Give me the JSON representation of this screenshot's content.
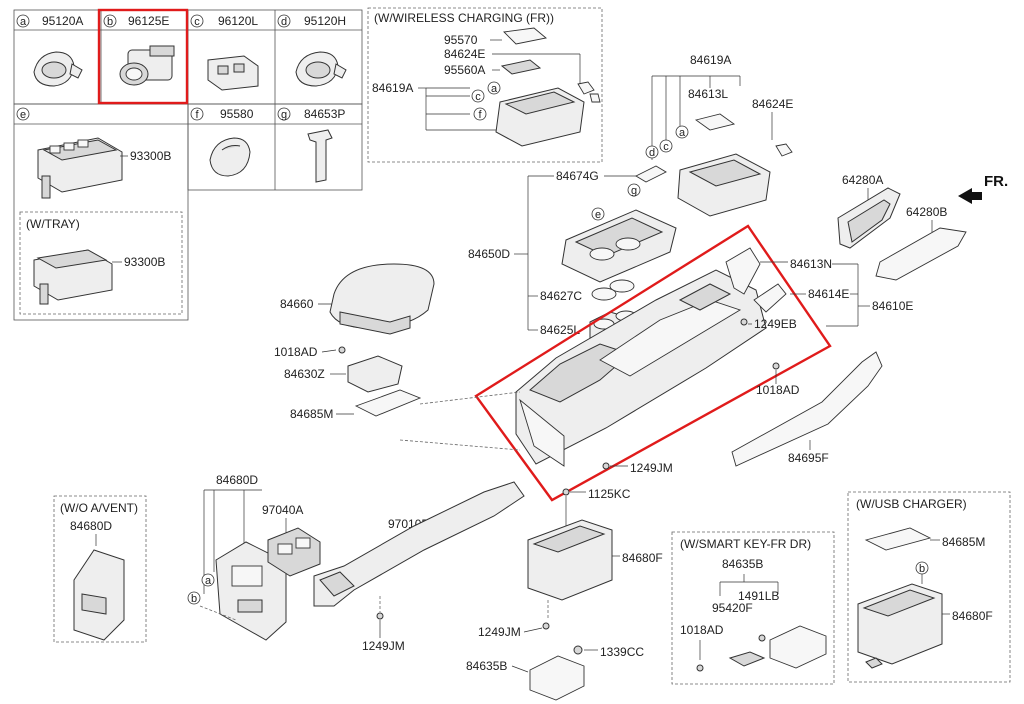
{
  "cells": [
    {
      "letter": "a",
      "part": "95120A"
    },
    {
      "letter": "b",
      "part": "96125E"
    },
    {
      "letter": "c",
      "part": "96120L"
    },
    {
      "letter": "d",
      "part": "95120H"
    },
    {
      "letter": "e",
      "part": ""
    },
    {
      "letter": "f",
      "part": "95580"
    },
    {
      "letter": "g",
      "part": "84653P"
    }
  ],
  "cell_e_part": "93300B",
  "tray_title": "(W/TRAY)",
  "tray_part": "93300B",
  "wireless": {
    "title": "(W/WIRELESS CHARGING (FR))",
    "parts": [
      "95570",
      "84624E",
      "95560A",
      "84619A"
    ]
  },
  "group_right": {
    "parts": [
      "84619A",
      "84613L",
      "84624E"
    ]
  },
  "front_label": "FR.",
  "labels": {
    "p64280A": "64280A",
    "p64280B": "64280B",
    "p84674G": "84674G",
    "p84650D": "84650D",
    "p84627C": "84627C",
    "p84625L": "84625L",
    "p84613N": "84613N",
    "p84614E": "84614E",
    "p84610E": "84610E",
    "p1249EB": "1249EB",
    "p1018AD_r": "1018AD",
    "p84660": "84660",
    "p1018AD_l": "1018AD",
    "p84630Z": "84630Z",
    "p84685M": "84685M",
    "p1249JM": "1249JM",
    "p84695F": "84695F",
    "p1125KC": "1125KC",
    "p84680D": "84680D",
    "p97040A": "97040A",
    "p97010B": "97010B",
    "p1249JM_b": "1249JM",
    "p84680F": "84680F",
    "p1249JM_c": "1249JM",
    "p1339CC": "1339CC",
    "p84635B": "84635B"
  },
  "woavent": {
    "title": "(W/O A/VENT)",
    "part": "84680D"
  },
  "smartkey": {
    "title": "(W/SMART KEY-FR DR)",
    "parts": [
      "84635B",
      "1491LB",
      "95420F",
      "1018AD"
    ]
  },
  "usb": {
    "title": "(W/USB CHARGER)",
    "parts": [
      "84685M",
      "84680F"
    ]
  },
  "callouts": {
    "a": "a",
    "b": "b",
    "c": "c",
    "d": "d",
    "e": "e",
    "f": "f",
    "g": "g"
  }
}
